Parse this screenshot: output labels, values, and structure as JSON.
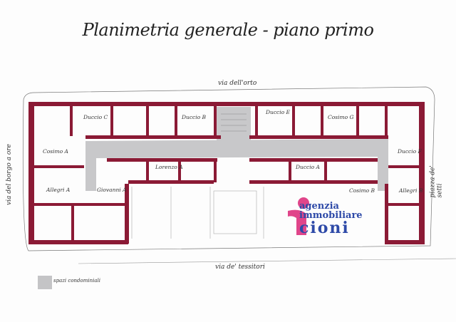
{
  "title": "Planimetria generale - piano primo",
  "streets": {
    "top": "via dell'orto",
    "bottom": "via de' tessitori",
    "left": "via del borgo a ore",
    "right": "piazza de' setti"
  },
  "rooms": {
    "duccio_c": "Duccio C",
    "duccio_b": "Duccio B",
    "cosimo_a": "Cosimo A",
    "allegri_a": "Allegri A",
    "giovanni_a": "Giovanni A",
    "lorenzo_a": "Lorenzo A",
    "duccio_e": "Duccio E",
    "cosimo_g": "Cosimo G",
    "duccio_f": "Duccio F",
    "duccio_a": "Duccio A",
    "cosimo_b": "Cosimo B",
    "allegri_b": "Allegri B"
  },
  "legend": {
    "label": "spazi condominiali",
    "color": "#c4c4c6"
  },
  "logo": {
    "line1": "agenzia",
    "line2": "immobiliare",
    "line3": "cioni"
  },
  "colors": {
    "wall": "#8b1a35",
    "corridor": "#c8c8ca",
    "logo_blue": "#2e4aa8",
    "logo_pink": "#e0458a"
  }
}
